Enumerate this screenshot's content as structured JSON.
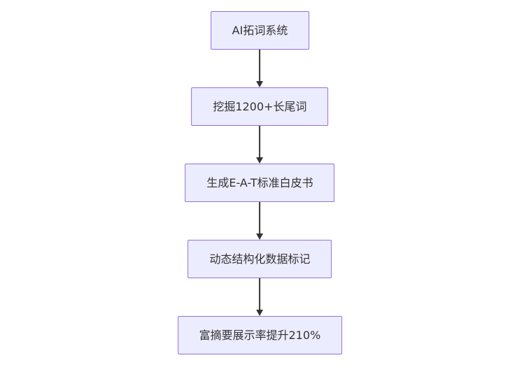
{
  "diagram": {
    "type": "flowchart",
    "direction": "top-down",
    "nodes": [
      {
        "id": "n1",
        "label": "AI拓词系统"
      },
      {
        "id": "n2",
        "label": "挖掘1200+长尾词"
      },
      {
        "id": "n3",
        "label": "生成E-A-T标准白皮书"
      },
      {
        "id": "n4",
        "label": "动态结构化数据标记"
      },
      {
        "id": "n5",
        "label": "富摘要展示率提升210%"
      }
    ],
    "edges": [
      {
        "from": "n1",
        "to": "n2",
        "style": "arrow-down"
      },
      {
        "from": "n2",
        "to": "n3",
        "style": "arrow-down"
      },
      {
        "from": "n3",
        "to": "n4",
        "style": "arrow-down"
      },
      {
        "from": "n4",
        "to": "n5",
        "style": "arrow-down"
      }
    ],
    "colors": {
      "node_fill": "#ECECFF",
      "node_border": "#9370DB",
      "text": "#333333",
      "arrow": "#333333",
      "background": "#FFFFFF"
    }
  }
}
